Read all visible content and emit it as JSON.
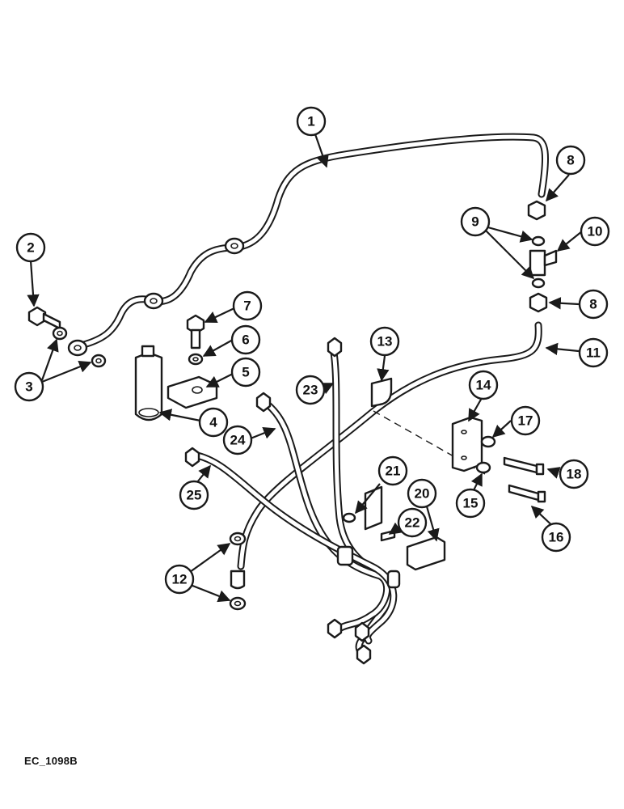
{
  "drawing": {
    "reference_code": "EC_1098B"
  },
  "callouts": [
    "1",
    "2",
    "3",
    "4",
    "5",
    "6",
    "7",
    "8",
    "8",
    "9",
    "10",
    "11",
    "12",
    "13",
    "14",
    "15",
    "16",
    "17",
    "18",
    "20",
    "21",
    "22",
    "23",
    "24",
    "25"
  ]
}
